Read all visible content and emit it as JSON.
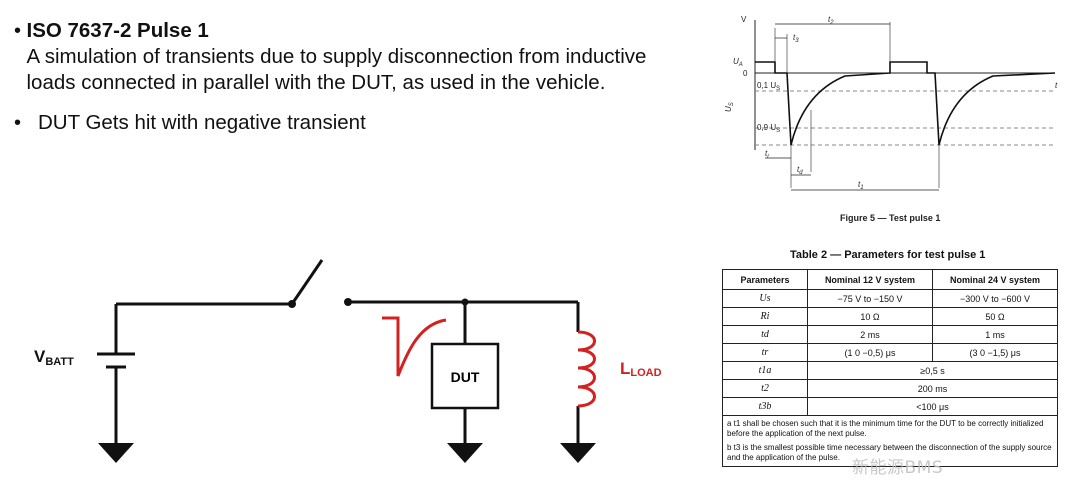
{
  "bullets": [
    {
      "title": "ISO 7637-2 Pulse 1",
      "text": "A simulation of transients due to supply disconnection from inductive loads connected in parallel with the DUT, as used in the vehicle."
    },
    {
      "title": "",
      "text": "DUT Gets hit with negative transient"
    }
  ],
  "circuit": {
    "vbatt_main": "V",
    "vbatt_sub": "BATT",
    "dut": "DUT",
    "lload_main": "L",
    "lload_sub": "LOAD",
    "accent_color": "#d42020"
  },
  "waveform": {
    "axis_v": "V",
    "axis_t": "t",
    "ua": "U",
    "ua_sub": "A",
    "zero": "0",
    "us": "U",
    "us_sub": "S",
    "lvl01": "0,1 U",
    "lvl01_sub": "S",
    "lvl09": "0,9 U",
    "lvl09_sub": "S",
    "t1": "t",
    "t1_sub": "1",
    "t2": "t",
    "t2_sub": "2",
    "t3": "t",
    "t3_sub": "3",
    "tr": "t",
    "tr_sub": "r",
    "td": "t",
    "td_sub": "d",
    "caption": "Figure 5 — Test pulse 1"
  },
  "table": {
    "title": "Table 2 — Parameters for test pulse 1",
    "headers": [
      "Parameters",
      "Nominal 12 V system",
      "Nominal 24 V system"
    ],
    "rows": [
      {
        "param": "Us",
        "v12": "−75 V to −150 V",
        "v24": "−300 V to −600 V"
      },
      {
        "param": "Ri",
        "v12": "10 Ω",
        "v24": "50 Ω"
      },
      {
        "param": "td",
        "v12": "2 ms",
        "v24": "1 ms"
      },
      {
        "param": "tr",
        "v12": "(1 0 −0,5) μs",
        "v24": "(3 0 −1,5) μs"
      },
      {
        "param": "t1a",
        "both": "≥0,5 s"
      },
      {
        "param": "t2",
        "both": "200 ms"
      },
      {
        "param": "t3b",
        "both": "<100 μs"
      }
    ],
    "footnote_a": "a   t1 shall be chosen such that it is the minimum time for the DUT to be correctly initialized before the application of the next pulse.",
    "footnote_b": "b   t3 is the smallest possible time necessary between the disconnection of the supply source and the application of the pulse."
  },
  "watermark": "新能源BMS"
}
